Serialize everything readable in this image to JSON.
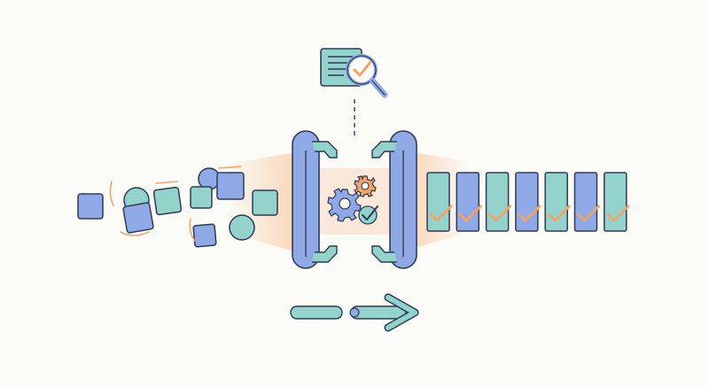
{
  "palette": {
    "background": "#fbfbf8",
    "blue": "#8fa9e6",
    "teal": "#93d3cc",
    "outline": "#2f3a55",
    "orange": "#f0a46b",
    "orange_glow": "#f9c9a2"
  },
  "icons": {
    "inspector": "document-magnifier-check-icon",
    "process": "gears-check-icon",
    "direction": "right-arrow-icon",
    "approved": "checkmark-icon"
  },
  "inputs": {
    "items": [
      {
        "shape": "square",
        "color": "blue"
      },
      {
        "shape": "circle",
        "color": "teal"
      },
      {
        "shape": "square",
        "color": "blue"
      },
      {
        "shape": "square",
        "color": "teal"
      },
      {
        "shape": "circle",
        "color": "blue"
      },
      {
        "shape": "square",
        "color": "teal"
      },
      {
        "shape": "square",
        "color": "blue"
      },
      {
        "shape": "circle",
        "color": "teal"
      },
      {
        "shape": "square",
        "color": "blue"
      },
      {
        "shape": "square",
        "color": "teal"
      }
    ]
  },
  "outputs": {
    "items": [
      {
        "color": "teal",
        "checked": true
      },
      {
        "color": "blue",
        "checked": true
      },
      {
        "color": "teal",
        "checked": true
      },
      {
        "color": "blue",
        "checked": true
      },
      {
        "color": "teal",
        "checked": true
      },
      {
        "color": "blue",
        "checked": true
      },
      {
        "color": "teal",
        "checked": true
      }
    ]
  }
}
